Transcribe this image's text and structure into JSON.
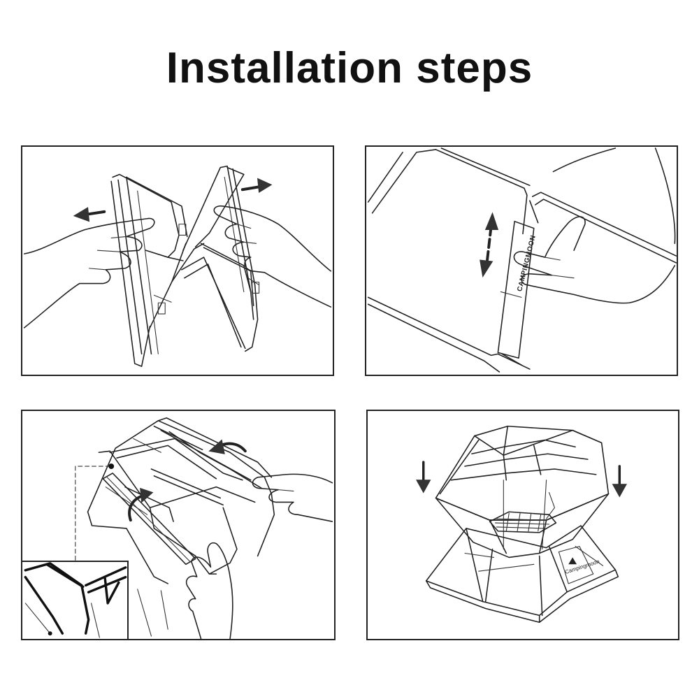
{
  "title": "Installation steps",
  "steps": [
    {
      "icon": "unfold-frame-illustration"
    },
    {
      "icon": "attach-connector-illustration",
      "brand": "CAMPINGMOON"
    },
    {
      "icon": "rotate-grate-illustration"
    },
    {
      "icon": "assembled-stove-illustration",
      "brand": "Campingmoon"
    }
  ],
  "colors": {
    "line": "#222222",
    "arrow": "#333333",
    "background": "#ffffff"
  }
}
